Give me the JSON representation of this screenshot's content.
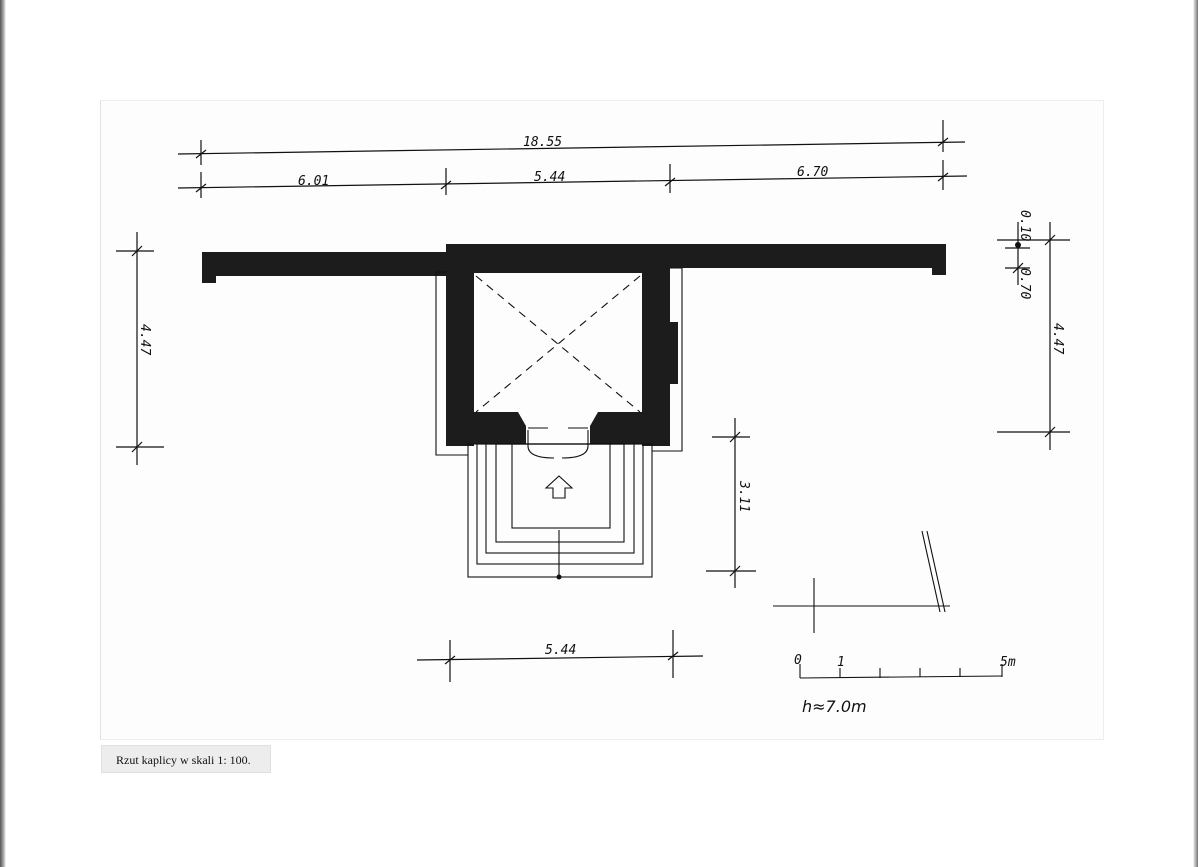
{
  "dimensions": {
    "overall_width": "18.55",
    "left_wing": "6.01",
    "chapel_width_top": "5.44",
    "right_wing": "6.70",
    "depth_left": "4.47",
    "depth_right": "4.47",
    "wall_thin": "0.10",
    "wall_thick": "0.70",
    "porch_depth": "3.11",
    "porch_width": "5.44"
  },
  "scale_bar": {
    "label_zero": "0",
    "label_one": "1",
    "label_five": "5m"
  },
  "height_note": "h≈7.0m",
  "caption": "Rzut kaplicy w skali 1: 100.",
  "colors": {
    "wall_fill": "#1c1c1c",
    "line": "#111111",
    "paper": "#ffffff",
    "caption_bg": "#ededed"
  }
}
